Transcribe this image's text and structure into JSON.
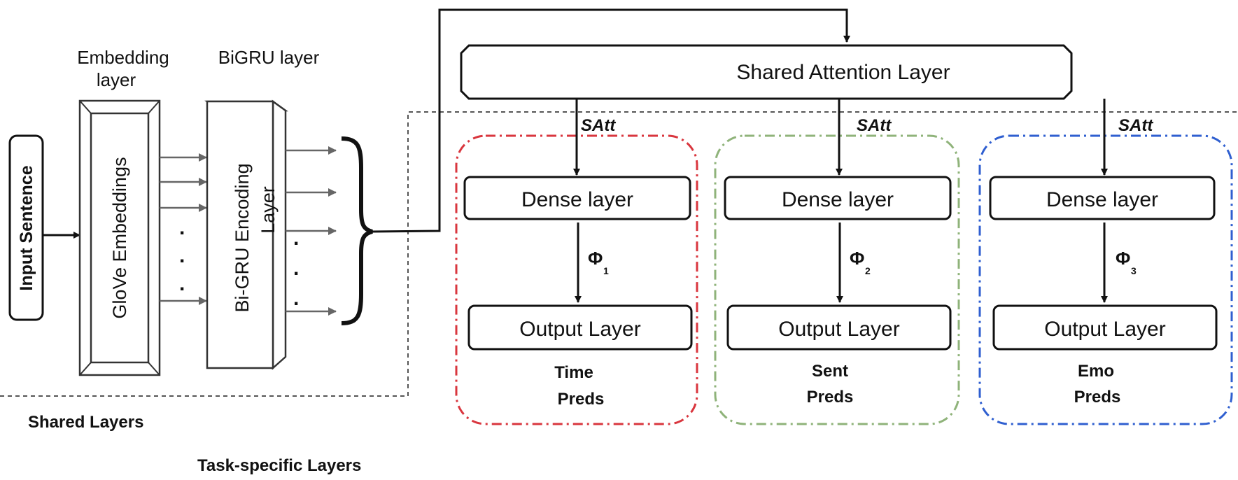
{
  "shared": {
    "input": "Input Sentence",
    "embedding_title_1": "Embedding",
    "embedding_title_2": "layer",
    "embedding_inner": "GloVe Embeddings",
    "bigru_title": "BiGRU layer",
    "bigru_inner_1": "Bi-GRU  Encoding",
    "bigru_inner_2": "Layer",
    "shared_layers_label": "Shared Layers"
  },
  "attention": {
    "label": "Shared Attention Layer",
    "satt": "SAtt"
  },
  "task_specific_label": "Task-specific Layers",
  "tasks": [
    {
      "dense": "Dense layer",
      "phi": "Φ",
      "phi_sub": "1",
      "output": "Output Layer",
      "pred_1": "Time",
      "pred_2": "Preds",
      "color": "#d9363e"
    },
    {
      "dense": "Dense layer",
      "phi": "Φ",
      "phi_sub": "2",
      "output": "Output Layer",
      "pred_1": "Sent",
      "pred_2": "Preds",
      "color": "#8fb37a"
    },
    {
      "dense": "Dense layer",
      "phi": "Φ",
      "phi_sub": "3",
      "output": "Output Layer",
      "pred_1": "Emo",
      "pred_2": "Preds",
      "color": "#2f5fd0"
    }
  ],
  "dots": "."
}
